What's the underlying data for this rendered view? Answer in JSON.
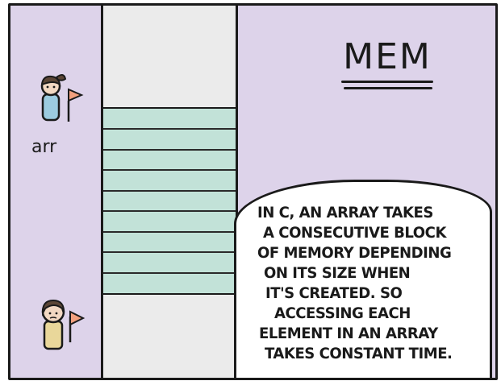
{
  "panel": {
    "mem_title": "MEM",
    "pointer_label": "arr",
    "caption_lines": [
      "IN C, AN ARRAY TAKES",
      "A CONSECUTIVE BLOCK",
      "OF MEMORY DEPENDING",
      "ON ITS SIZE WHEN",
      "IT'S CREATED.  SO",
      "ACCESSING EACH",
      "ELEMENT IN AN ARRAY",
      "TAKES CONSTANT TIME."
    ],
    "memory_cells": 9,
    "colors": {
      "lavender": "#ddd3ea",
      "memory_column": "#ebebeb",
      "array_block": "#c2e2d8",
      "figure_shirt_blue": "#9ccbe0",
      "figure_shirt_yellow": "#e9d79a",
      "flag": "#f2a07e"
    },
    "icons": [
      "girl-with-flag-icon",
      "boy-with-flag-icon"
    ]
  }
}
